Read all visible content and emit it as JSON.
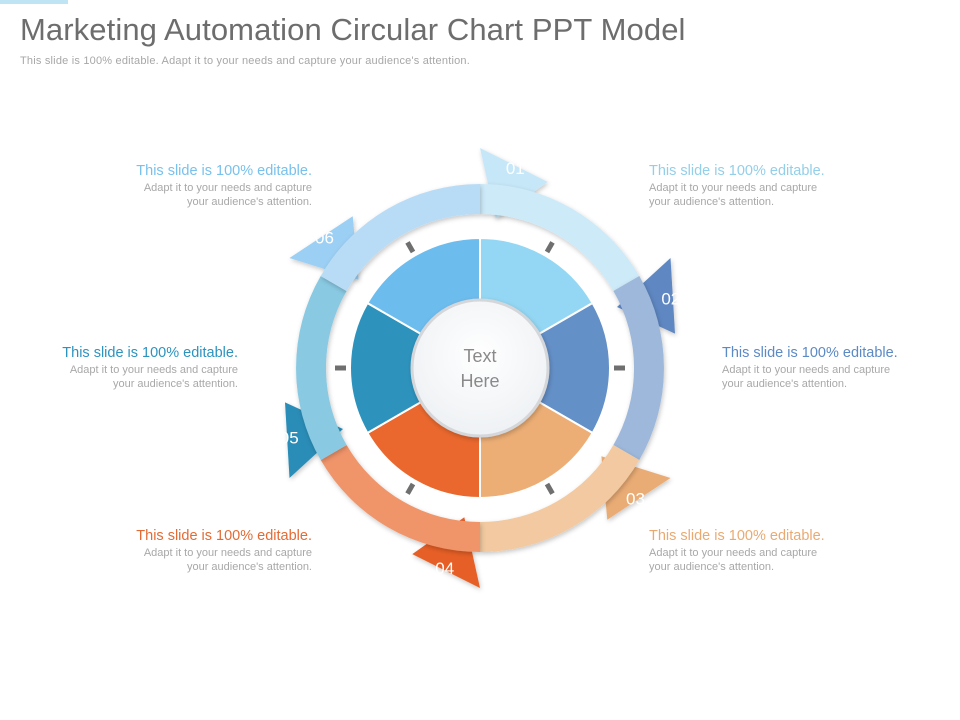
{
  "header": {
    "title": "Marketing Automation Circular Chart PPT Model",
    "subtitle": "This slide is 100% editable. Adapt it to your needs and capture your audience's attention."
  },
  "center": {
    "line1": "Text",
    "line2": "Here"
  },
  "segments": [
    {
      "number": "01",
      "heading": "This slide is 100% editable.",
      "body1": "Adapt it to your needs and capture",
      "body2": "your audience's attention.",
      "arcColor": "#cdeaf9",
      "arrowColor": "#c6e7f8",
      "innerColor": "#93d7f4",
      "headingColor": "#93cfe9"
    },
    {
      "number": "02",
      "heading": "This slide is 100% editable.",
      "body1": "Adapt it to your needs and capture",
      "body2": "your audience's attention.",
      "arcColor": "#9db8db",
      "arrowColor": "#5e87c2",
      "innerColor": "#6490c8",
      "headingColor": "#5b8ac5"
    },
    {
      "number": "03",
      "heading": "This slide is 100% editable.",
      "body1": "Adapt it to your needs and capture",
      "body2": "your audience's attention.",
      "arcColor": "#f2c9a0",
      "arrowColor": "#eaac75",
      "innerColor": "#ecae75",
      "headingColor": "#e9aa72"
    },
    {
      "number": "04",
      "heading": "This slide is 100% editable.",
      "body1": "Adapt it to your needs and capture",
      "body2": "your audience's attention.",
      "arcColor": "#f0946a",
      "arrowColor": "#e65f26",
      "innerColor": "#ea682e",
      "headingColor": "#e46a34"
    },
    {
      "number": "05",
      "heading": "This slide is 100% editable.",
      "body1": "Adapt it to your needs and capture",
      "body2": "your audience's attention.",
      "arcColor": "#89c9e2",
      "arrowColor": "#2c8db7",
      "innerColor": "#2d93bd",
      "headingColor": "#2c93bf"
    },
    {
      "number": "06",
      "heading": "This slide is 100% editable.",
      "body1": "Adapt it to your needs and capture",
      "body2": "your audience's attention.",
      "arcColor": "#b9dcf6",
      "arrowColor": "#9bcff3",
      "innerColor": "#6cbcee",
      "headingColor": "#78c1ec"
    }
  ]
}
